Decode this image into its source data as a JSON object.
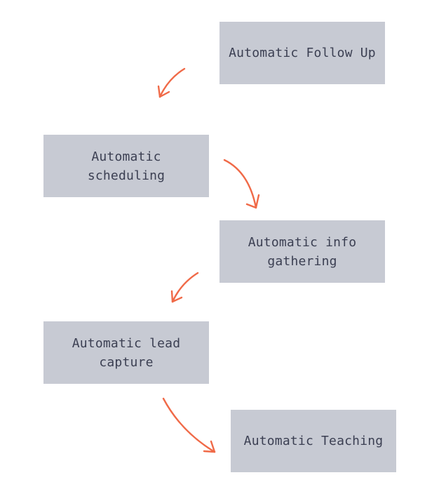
{
  "colors": {
    "box_fill": "#c7cad3",
    "box_text": "#3b3f52",
    "arrow": "#f06a48"
  },
  "steps": [
    {
      "label": "Automatic Follow Up"
    },
    {
      "label": "Automatic scheduling"
    },
    {
      "label": "Automatic info gathering"
    },
    {
      "label": "Automatic lead capture"
    },
    {
      "label": "Automatic Teaching"
    }
  ]
}
